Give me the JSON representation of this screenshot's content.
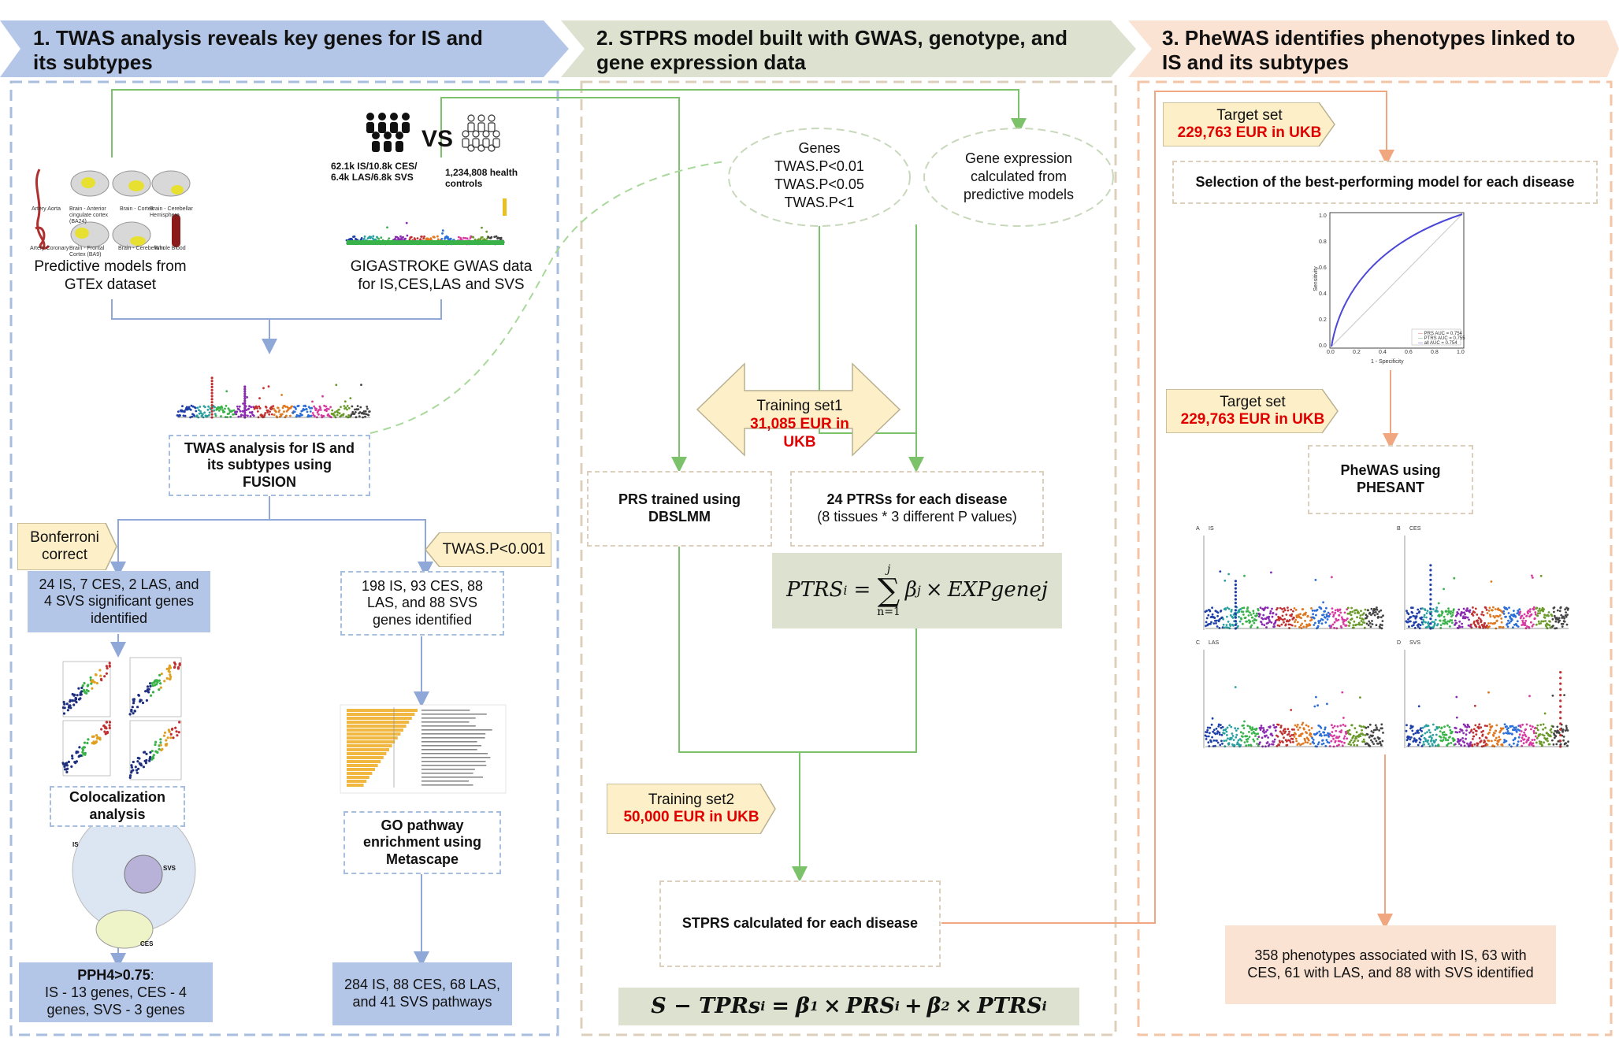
{
  "sections": [
    {
      "title_line1": "1. TWAS analysis reveals key genes for IS and",
      "title_line2": "its subtypes",
      "color": "#b4c6e7"
    },
    {
      "title_line1": "2. STPRS model built with GWAS, genotype, and",
      "title_line2": "gene expression data",
      "color": "#dde2d0"
    },
    {
      "title_line1": "3. PheWAS identifies phenotypes linked to",
      "title_line2": "IS and its subtypes",
      "color": "#fbe3d4"
    }
  ],
  "panel1": {
    "gtex_caption_line1": "Predictive models from",
    "gtex_caption_line2": "GTEx dataset",
    "gtex_tissues": [
      "Artery Aorta",
      "Brain - Anterior cingulate cortex (BA24)",
      "Brain - Cortex",
      "Brain - Cerebellar Hemisphere",
      "Artery Coronary",
      "Brain - Frontal Cortex (BA9)",
      "Brain - Cerebellum",
      "Whole Blood"
    ],
    "cases_label_line1": "62.1k IS/10.8k CES/",
    "cases_label_line2": "6.4k LAS/6.8k SVS",
    "vs": "VS",
    "controls_label_line1": "1,234,808 health",
    "controls_label_line2": "controls",
    "gwas_caption_line1": "GIGASTROKE GWAS data",
    "gwas_caption_line2": "for IS,CES,LAS and SVS",
    "twas_box": [
      "TWAS analysis for IS and",
      "its subtypes using",
      "FUSION"
    ],
    "bonferroni": [
      "Bonferroni",
      "correct"
    ],
    "twas_p_flag": "TWAS.P<0.001",
    "sig_genes": [
      "24 IS, 7 CES, 2 LAS, and",
      "4 SVS significant genes",
      "identified"
    ],
    "genes_identified": [
      "198 IS, 93 CES, 88",
      "LAS, and 88 SVS",
      "genes identified"
    ],
    "coloc": [
      "Colocalization",
      "analysis"
    ],
    "go": [
      "GO pathway",
      "enrichment using",
      "Metascape"
    ],
    "venn_labels": [
      "IS",
      "SVS",
      "CES"
    ],
    "pph4_title": "PPH4>0.75",
    "pph4_lines": [
      "IS - 13 genes, CES - 4",
      "genes, SVS - 3 genes"
    ],
    "pathways": [
      "284 IS, 88 CES, 68 LAS,",
      "and 41 SVS pathways"
    ]
  },
  "panel2": {
    "genes_ellipse": [
      "Genes",
      "TWAS.P<0.01",
      "TWAS.P<0.05",
      "TWAS.P<1"
    ],
    "expr_ellipse": [
      "Gene expression",
      "calculated from",
      "predictive models"
    ],
    "training1_label": "Training set1",
    "training1_value": "31,085  EUR in UKB",
    "prs_box": [
      "PRS trained using",
      "DBSLMM"
    ],
    "ptrs_box_title": "24 PTRSs for each disease",
    "ptrs_box_sub": "(8 tissues * 3 different P values)",
    "ptrs_formula": {
      "lhs": "PTRS",
      "sub": "i",
      "eq": "=",
      "upper": "j",
      "lower": "n=1",
      "beta": "β",
      "beta_sub": "j",
      "times": "×",
      "rhs": "EXPgenej"
    },
    "training2_label": "Training set2",
    "training2_value": "50,000  EUR in UKB",
    "stprs_box": "STPRS calculated for each disease",
    "stprs_formula": {
      "lhs": "S − TPRs",
      "i": "i",
      "eq": "=",
      "b1": "β",
      "s1": "1",
      "prs": "PRS",
      "b2": "β",
      "s2": "2",
      "ptrs": "PTRS",
      "x": "×",
      "plus": "+"
    }
  },
  "panel3": {
    "target1_label": "Target set",
    "target1_value": "229,763  EUR in UKB",
    "selection_box": "Selection of the best-performing model for each disease",
    "roc": {
      "xlabel": "1 - Specificity",
      "ylabel": "Sensitivity",
      "ticks": [
        "0.0",
        "0.2",
        "0.4",
        "0.6",
        "0.8",
        "1.0"
      ],
      "legend": [
        "PRS AUC = 0.754",
        "PTRS AUC = 0.755",
        "all AUC = 0.754"
      ],
      "colors": [
        "#e06060",
        "#60b060",
        "#4040d0"
      ]
    },
    "target2_label": "Target set",
    "target2_value": "229,763  EUR in UKB",
    "phewas_box": [
      "PheWAS using",
      "PHESANT"
    ],
    "manhattan_panels": [
      {
        "letter": "A",
        "name": "IS"
      },
      {
        "letter": "B",
        "name": "CES"
      },
      {
        "letter": "C",
        "name": "LAS"
      },
      {
        "letter": "D",
        "name": "SVS"
      }
    ],
    "result_box": [
      "358 phenotypes associated with IS, 63 with",
      "CES, 61 with LAS, and 88 with SVS  identified"
    ]
  }
}
